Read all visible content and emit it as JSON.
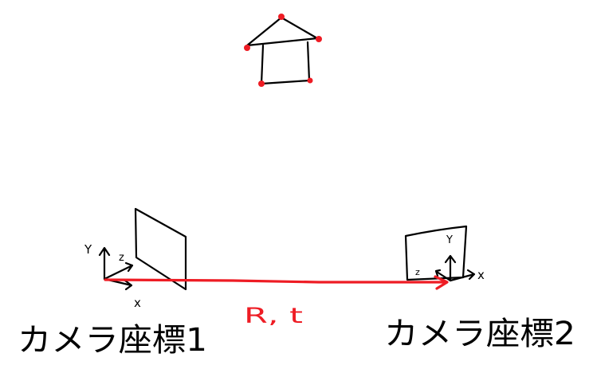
{
  "colors": {
    "ink": "#000000",
    "accent": "#ee1c24",
    "background": "#ffffff"
  },
  "object": {
    "name": "house",
    "keypoint_color": "#ee1c24"
  },
  "camera1": {
    "label": "カメラ座標1",
    "axes": {
      "x": "x",
      "y": "Y",
      "z": "z"
    }
  },
  "camera2": {
    "label": "カメラ座標2",
    "axes": {
      "x": "x",
      "y": "Y",
      "z": "z"
    }
  },
  "transform": {
    "label": "R, t"
  }
}
